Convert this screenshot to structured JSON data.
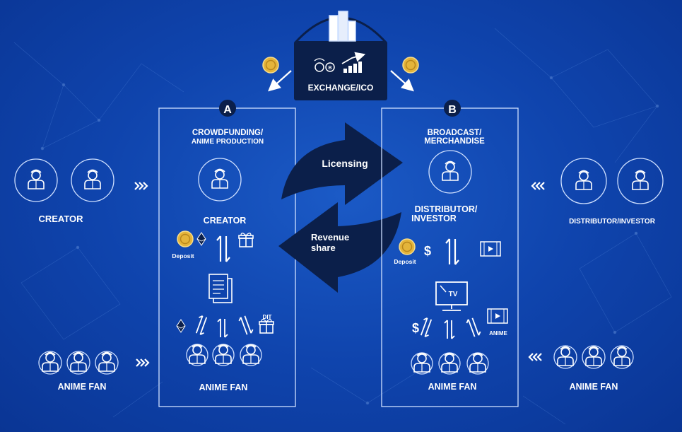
{
  "exchange": {
    "label": "EXCHANGE/ICO"
  },
  "panel_a": {
    "badge": "A",
    "title_line1": "CROWDFUNDING/",
    "title_line2": "ANIME PRODUCTION",
    "creator_label": "CREATOR",
    "deposit_label": "Deposit",
    "dit_label": "DIT",
    "fan_label": "ANIME FAN"
  },
  "panel_b": {
    "badge": "B",
    "title_line1": "BROADCAST/",
    "title_line2": "MERCHANDISE",
    "distributor_line1": "DISTRIBUTOR/",
    "distributor_line2": "INVESTOR",
    "deposit_label": "Deposit",
    "dollar_sign": "$",
    "tv_text": "TV",
    "anime_label": "ANIME",
    "fan_label": "ANIME FAN"
  },
  "center": {
    "licensing_label": "Licensing",
    "revenue_line1": "Revenue",
    "revenue_line2": "share"
  },
  "left": {
    "creator_label": "CREATOR",
    "fan_label": "ANIME FAN"
  },
  "right": {
    "distributor_label": "DISTRIBUTOR/INVESTOR",
    "fan_label": "ANIME FAN"
  },
  "colors": {
    "background": "#0f44ad",
    "panel_border": "#cfe0ff",
    "dark_navy": "#0b1f4a",
    "coin": "#e4b43a",
    "white": "#ffffff"
  }
}
